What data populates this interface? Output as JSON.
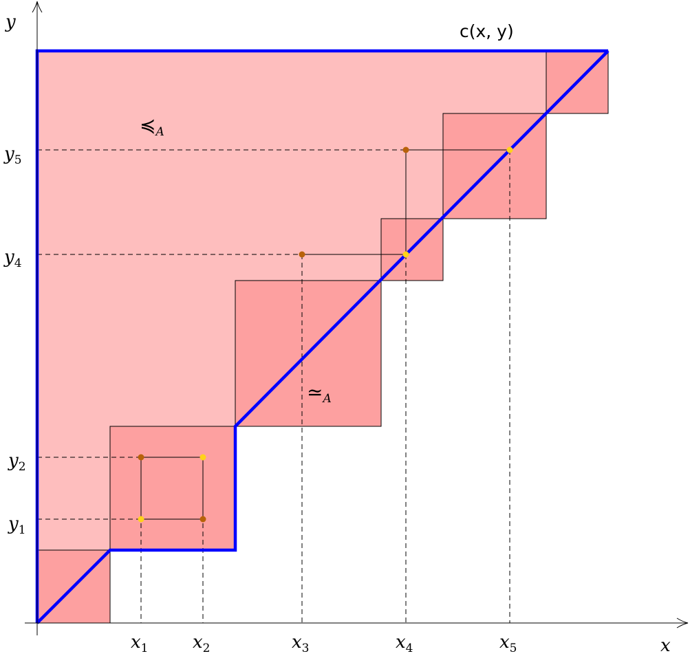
{
  "colors": {
    "region_light": "#FEBEBE",
    "region_block": "#FDA0A0",
    "curve_blue": "#0000FF",
    "point_brown": "#B8620A",
    "point_yellow": "#FFD21A"
  },
  "axes": {
    "x_label": "x",
    "y_label": "y"
  },
  "labels": {
    "curve": "c(x, y)",
    "preceq": "≼",
    "simeq": "≃",
    "sub_A": "A"
  },
  "ticks": {
    "x": [
      {
        "base": "x",
        "sub": "1"
      },
      {
        "base": "x",
        "sub": "2"
      },
      {
        "base": "x",
        "sub": "3"
      },
      {
        "base": "x",
        "sub": "4"
      },
      {
        "base": "x",
        "sub": "5"
      }
    ],
    "y": [
      {
        "base": "y",
        "sub": "1"
      },
      {
        "base": "y",
        "sub": "2"
      },
      {
        "base": "y",
        "sub": "4"
      },
      {
        "base": "y",
        "sub": "5"
      }
    ]
  }
}
